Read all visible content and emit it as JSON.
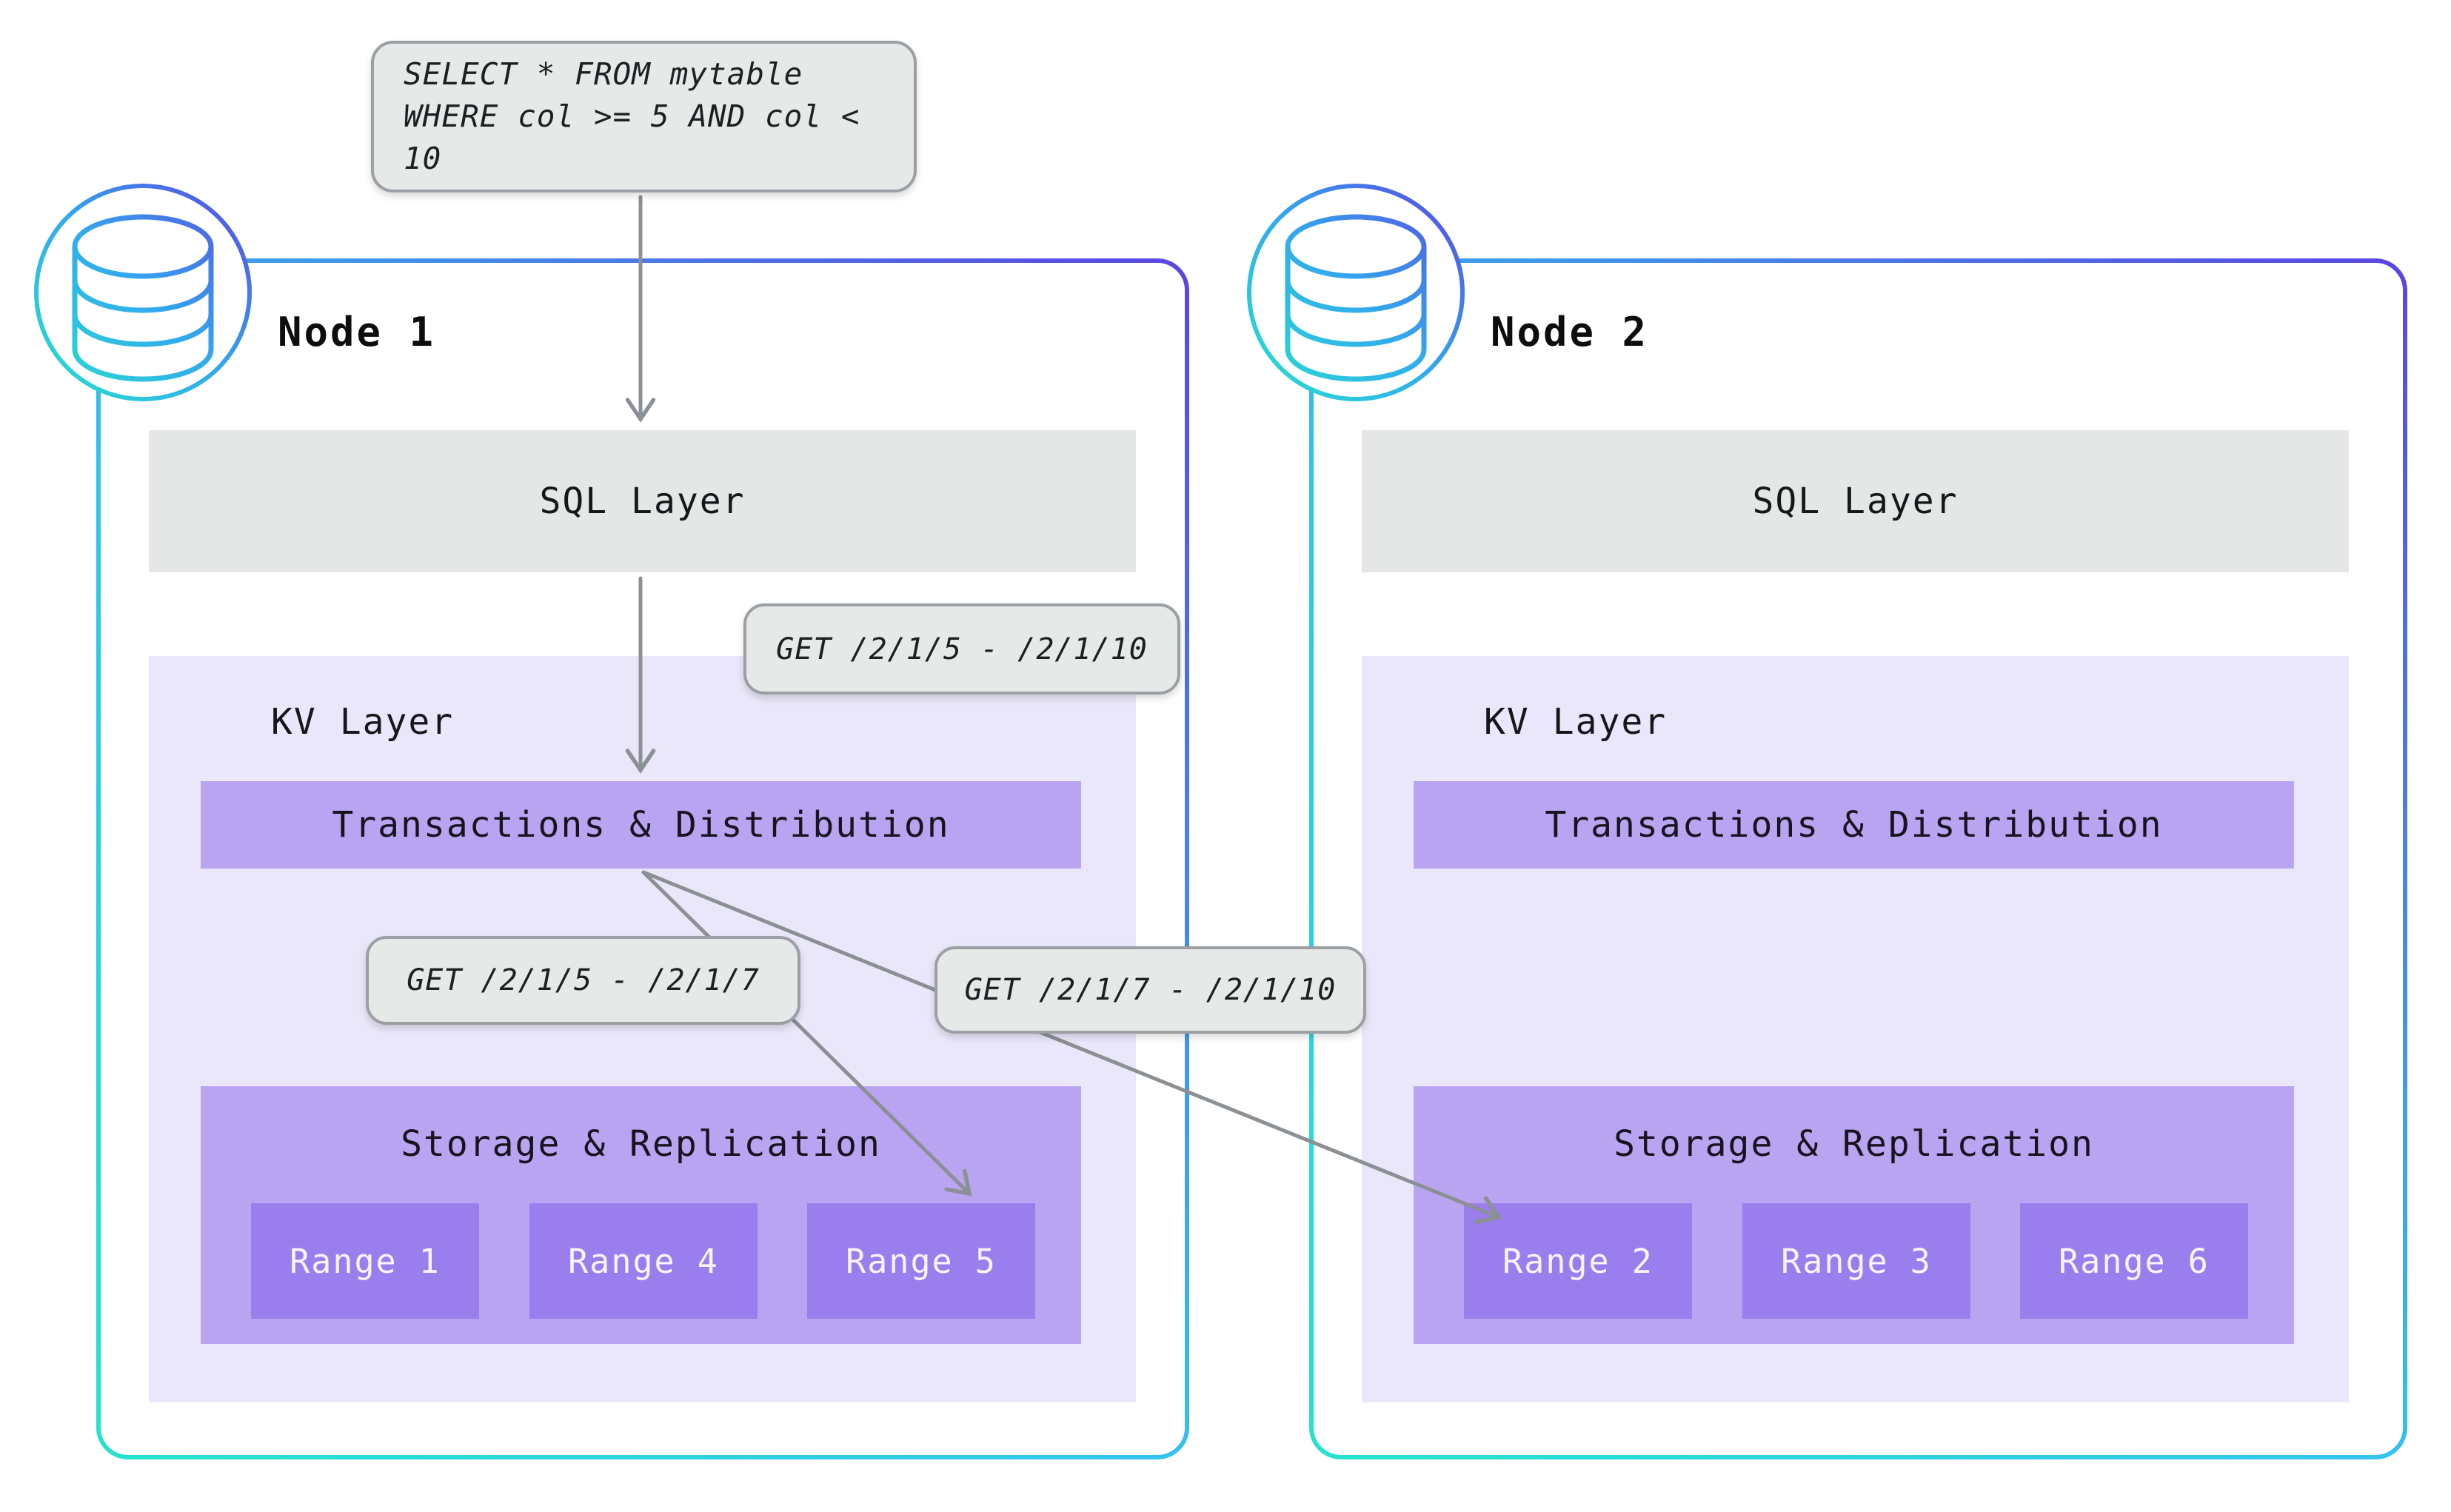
{
  "query_box": {
    "line1": "SELECT * FROM mytable",
    "line2": "WHERE col >= 5 AND col < 10"
  },
  "request_labels": {
    "full": "GET /2/1/5 - /2/1/10",
    "left": "GET /2/1/5 - /2/1/7",
    "right": "GET /2/1/7 - /2/1/10"
  },
  "nodes": [
    {
      "title": "Node 1",
      "sql_layer_label": "SQL Layer",
      "kv_layer_label": "KV Layer",
      "transactions_label": "Transactions & Distribution",
      "storage_label": "Storage & Replication",
      "ranges": [
        "Range 1",
        "Range 4",
        "Range 5"
      ]
    },
    {
      "title": "Node 2",
      "sql_layer_label": "SQL Layer",
      "kv_layer_label": "KV Layer",
      "transactions_label": "Transactions & Distribution",
      "storage_label": "Storage & Replication",
      "ranges": [
        "Range 2",
        "Range 3",
        "Range 6"
      ]
    }
  ],
  "icons": {
    "node": "database-icon"
  },
  "colors": {
    "node_border_gradient_start": "#26e2cd",
    "node_border_gradient_mid": "#33c3ee",
    "node_border_gradient_end": "#5a45e2",
    "sql_bar_bg": "#e5e6e6",
    "kv_panel_bg": "#ebe7fa",
    "purple_bar_bg": "#b9a4f2",
    "range_box_bg": "#9b7eee",
    "label_box_bg": "#e7e8e8",
    "label_box_border": "#9aa0a3",
    "arrow": "#8b9094",
    "dark_text": "#15171a",
    "range_text": "#f7f4fd"
  }
}
